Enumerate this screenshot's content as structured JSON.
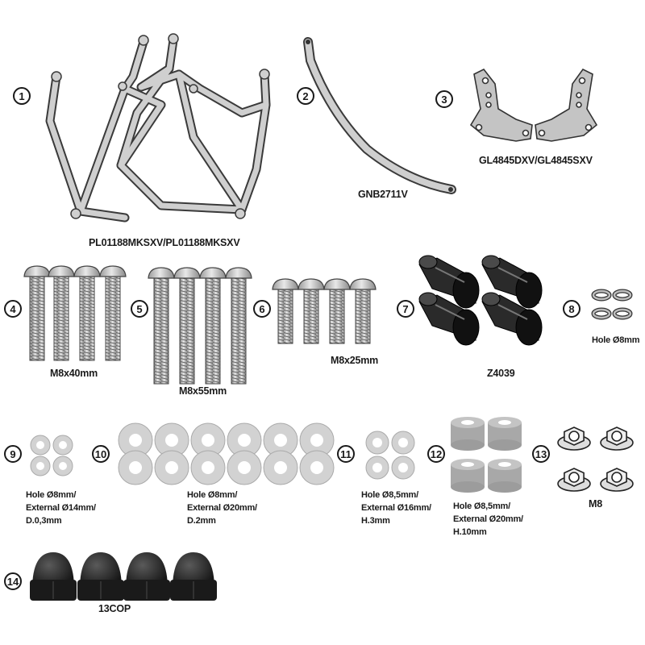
{
  "items": [
    {
      "num": "1",
      "code": "PL01188MKSXV/PL01188MKSXV",
      "icon": "pannier-frame-icon"
    },
    {
      "num": "2",
      "code": "GNB2711V",
      "icon": "curved-bar-icon"
    },
    {
      "num": "3",
      "code": "GL4845DXV/GL4845SXV",
      "icon": "mounting-plate-icon"
    },
    {
      "num": "4",
      "code": "M8x40mm",
      "icon": "screw-icon"
    },
    {
      "num": "5",
      "code": "M8x55mm",
      "icon": "screw-icon"
    },
    {
      "num": "6",
      "code": "M8x25mm",
      "icon": "screw-icon"
    },
    {
      "num": "7",
      "code": "Z4039",
      "icon": "spacer-sleeve-icon"
    },
    {
      "num": "8",
      "code": "Hole Ø8mm",
      "icon": "split-washer-icon"
    },
    {
      "num": "9",
      "desc": [
        "Hole Ø8mm/",
        "External Ø14mm/",
        "D.0,3mm"
      ],
      "icon": "washer-icon"
    },
    {
      "num": "10",
      "desc": [
        "Hole Ø8mm/",
        "External Ø20mm/",
        "D.2mm"
      ],
      "icon": "washer-icon"
    },
    {
      "num": "11",
      "desc": [
        "Hole Ø8,5mm/",
        "External Ø16mm/",
        "H.3mm"
      ],
      "icon": "washer-icon"
    },
    {
      "num": "12",
      "desc": [
        "Hole Ø8,5mm/",
        "External Ø20mm/",
        "H.10mm"
      ],
      "icon": "spacer-icon"
    },
    {
      "num": "13",
      "code": "M8",
      "icon": "flange-nut-icon"
    },
    {
      "num": "14",
      "code": "13COP",
      "icon": "cap-nut-icon"
    }
  ],
  "colors": {
    "ink": "#1a1a1a",
    "metal": "#c8c8c8",
    "rubber": "#1c1c1c",
    "spacer": "#b4b4b4"
  }
}
